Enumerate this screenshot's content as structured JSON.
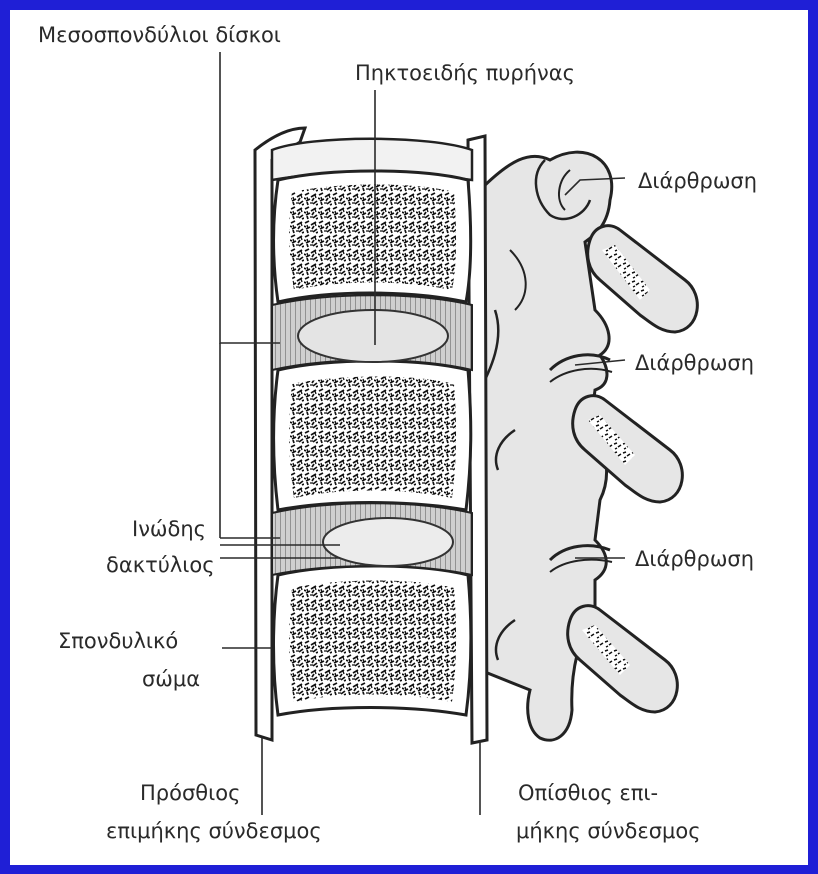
{
  "labels": {
    "intervertebral_discs": "Μεσοσπονδύλιοι δίσκοι",
    "nucleus_pulposus": "Πηκτοειδής πυρήνας",
    "joint_1": "Διάρθρωση",
    "joint_2": "Διάρθρωση",
    "joint_3": "Διάρθρωση",
    "annulus_line1": "Ινώδης",
    "annulus_line2": "δακτύλιος",
    "vertebral_body_line1": "Σπονδυλικό",
    "vertebral_body_line2": "σώμα",
    "anterior_ligament_line1": "Πρόσθιος",
    "anterior_ligament_line2": "επιμήκης σύνδεσμος",
    "posterior_ligament_line1": "Οπίσθιος επι-",
    "posterior_ligament_line2": "μήκης σύνδεσμος"
  },
  "colors": {
    "border": "#1f1fd6",
    "background": "#ffffff",
    "bone_fill": "#dcdcdc",
    "process_fill": "#e6e6e6",
    "ink": "#222222"
  }
}
